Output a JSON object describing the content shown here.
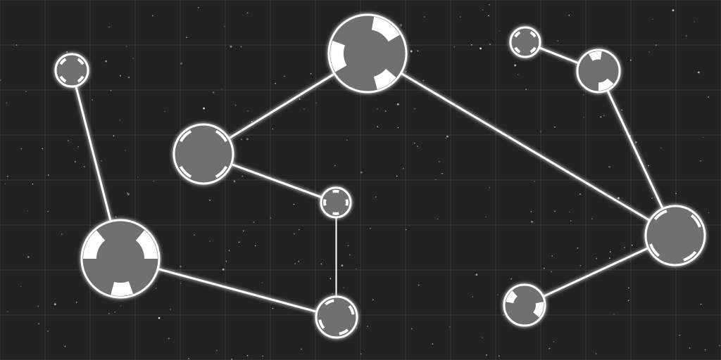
{
  "game": {
    "type": "node-network-puzzle",
    "colors": {
      "background": "#222222",
      "grid": "#3a3a3a",
      "star": "#ffffff",
      "link": "#ffffff",
      "node_fill": "#6f6f6f",
      "node_ring": "#ffffff",
      "glow": "#ffffff"
    },
    "nodes": [
      {
        "id": "n1",
        "name": "node-top-left-small"
      },
      {
        "id": "n2",
        "name": "node-left-large"
      },
      {
        "id": "n3",
        "name": "node-left-center"
      },
      {
        "id": "n4",
        "name": "node-top-center-large"
      },
      {
        "id": "n5",
        "name": "node-center-small"
      },
      {
        "id": "n6",
        "name": "node-bottom-center"
      },
      {
        "id": "n7",
        "name": "node-top-right-small"
      },
      {
        "id": "n8",
        "name": "node-top-right"
      },
      {
        "id": "n9",
        "name": "node-right-large"
      },
      {
        "id": "n10",
        "name": "node-bottom-right"
      }
    ],
    "links": [
      {
        "from": "n1",
        "to": "n2"
      },
      {
        "from": "n2",
        "to": "n6"
      },
      {
        "from": "n6",
        "to": "n5"
      },
      {
        "from": "n5",
        "to": "n3"
      },
      {
        "from": "n3",
        "to": "n4"
      },
      {
        "from": "n4",
        "to": "n9"
      },
      {
        "from": "n9",
        "to": "n8"
      },
      {
        "from": "n8",
        "to": "n7"
      },
      {
        "from": "n9",
        "to": "n10"
      }
    ],
    "edge_connectors": [
      {
        "node": "n1",
        "side": "left"
      },
      {
        "node": "n7",
        "side": "top"
      },
      {
        "node": "n8",
        "side": "right"
      },
      {
        "node": "n10",
        "side": "bottom"
      }
    ]
  }
}
